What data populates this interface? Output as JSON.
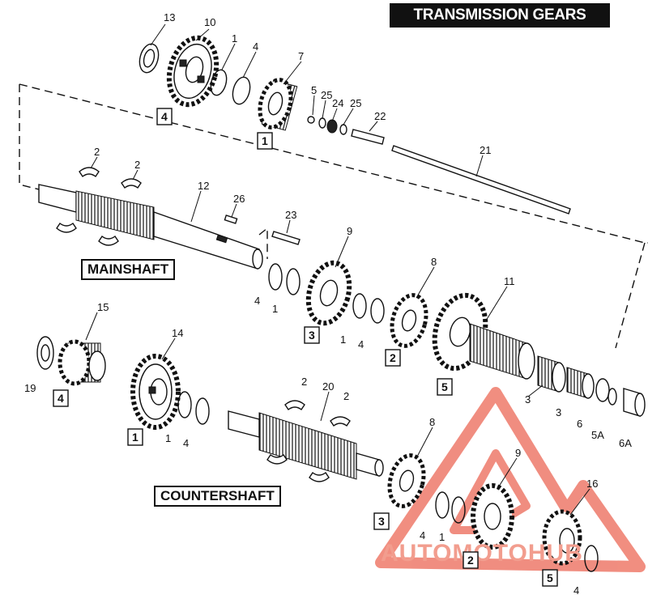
{
  "title": "TRANSMISSION GEARS",
  "labels": {
    "mainshaft": "MAINSHAFT",
    "countershaft": "COUNTERSHAFT"
  },
  "callouts": [
    "13",
    "10",
    "1",
    "4",
    "7",
    "5",
    "25",
    "24",
    "25",
    "22",
    "21",
    "2",
    "2",
    "12",
    "26",
    "23",
    "9",
    "8",
    "11",
    "1",
    "4",
    "1",
    "4",
    "3",
    "3",
    "6",
    "5A",
    "6A",
    "15",
    "14",
    "19",
    "1",
    "4",
    "2",
    "20",
    "2",
    "8",
    "9",
    "16",
    "4",
    "1",
    "4"
  ],
  "boxes": [
    "4",
    "1",
    "3",
    "2",
    "5",
    "4",
    "1",
    "3",
    "2",
    "5"
  ],
  "watermark": {
    "text": "AUTOMOTOHUB",
    "color": "#f29d8e",
    "accent": "#e8473a"
  }
}
